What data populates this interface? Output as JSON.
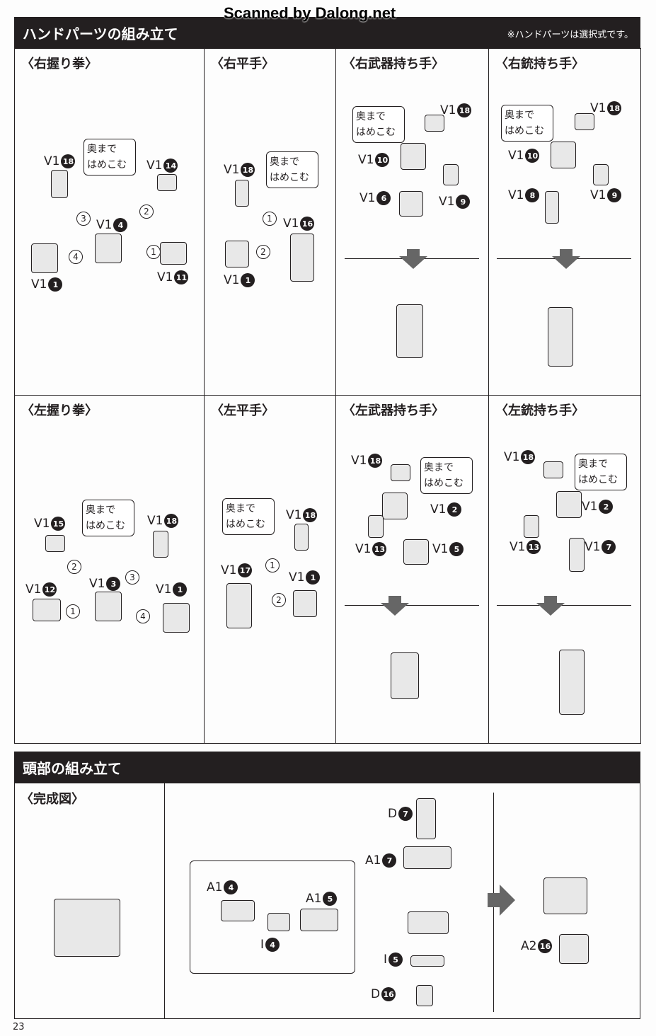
{
  "watermark": "Scanned by Dalong.net",
  "hand_section": {
    "title": "ハンドパーツの組み立て",
    "note": "※ハンドパーツは選択式です。",
    "callout": [
      "奥まで",
      "はめこむ"
    ],
    "panels": [
      {
        "title": "〈右握り拳〉",
        "parts": [
          {
            "code": "V1",
            "num": "18"
          },
          {
            "code": "V1",
            "num": "14"
          },
          {
            "code": "V1",
            "num": "4"
          },
          {
            "code": "V1",
            "num": "11"
          },
          {
            "code": "V1",
            "num": "1"
          }
        ],
        "steps": [
          "1",
          "2",
          "3",
          "4"
        ]
      },
      {
        "title": "〈右平手〉",
        "parts": [
          {
            "code": "V1",
            "num": "18"
          },
          {
            "code": "V1",
            "num": "16"
          },
          {
            "code": "V1",
            "num": "1"
          }
        ],
        "steps": [
          "1",
          "2"
        ]
      },
      {
        "title": "〈右武器持ち手〉",
        "parts": [
          {
            "code": "V1",
            "num": "18"
          },
          {
            "code": "V1",
            "num": "10"
          },
          {
            "code": "V1",
            "num": "6"
          },
          {
            "code": "V1",
            "num": "9"
          }
        ]
      },
      {
        "title": "〈右銃持ち手〉",
        "parts": [
          {
            "code": "V1",
            "num": "18"
          },
          {
            "code": "V1",
            "num": "10"
          },
          {
            "code": "V1",
            "num": "8"
          },
          {
            "code": "V1",
            "num": "9"
          }
        ]
      },
      {
        "title": "〈左握り拳〉",
        "parts": [
          {
            "code": "V1",
            "num": "15"
          },
          {
            "code": "V1",
            "num": "18"
          },
          {
            "code": "V1",
            "num": "12"
          },
          {
            "code": "V1",
            "num": "3"
          },
          {
            "code": "V1",
            "num": "1"
          }
        ],
        "steps": [
          "2",
          "3",
          "1",
          "4"
        ]
      },
      {
        "title": "〈左平手〉",
        "parts": [
          {
            "code": "V1",
            "num": "18"
          },
          {
            "code": "V1",
            "num": "17"
          },
          {
            "code": "V1",
            "num": "1"
          }
        ],
        "steps": [
          "1",
          "2"
        ]
      },
      {
        "title": "〈左武器持ち手〉",
        "parts": [
          {
            "code": "V1",
            "num": "18"
          },
          {
            "code": "V1",
            "num": "2"
          },
          {
            "code": "V1",
            "num": "13"
          },
          {
            "code": "V1",
            "num": "5"
          }
        ]
      },
      {
        "title": "〈左銃持ち手〉",
        "parts": [
          {
            "code": "V1",
            "num": "18"
          },
          {
            "code": "V1",
            "num": "2"
          },
          {
            "code": "V1",
            "num": "13"
          },
          {
            "code": "V1",
            "num": "7"
          }
        ]
      }
    ]
  },
  "head_section": {
    "title": "頭部の組み立て",
    "complete_title": "〈完成図〉",
    "parts": [
      {
        "code": "D",
        "num": "7"
      },
      {
        "code": "A1",
        "num": "7"
      },
      {
        "code": "A1",
        "num": "4"
      },
      {
        "code": "A1",
        "num": "5"
      },
      {
        "code": "I",
        "num": "4"
      },
      {
        "code": "I",
        "num": "5"
      },
      {
        "code": "D",
        "num": "16"
      },
      {
        "code": "A2",
        "num": "16"
      }
    ]
  },
  "page_number": "23"
}
